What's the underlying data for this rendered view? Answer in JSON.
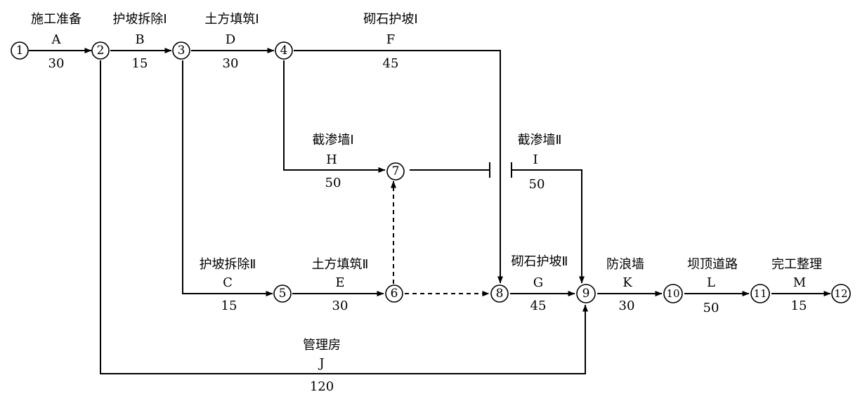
{
  "nodes": [
    "1",
    "2",
    "3",
    "4",
    "5",
    "6",
    "7",
    "8",
    "9",
    "10",
    "11",
    "12"
  ],
  "activities": [
    {
      "id": "A",
      "name": "施工准备",
      "code": "A",
      "duration": "30"
    },
    {
      "id": "B",
      "name": "护坡拆除Ⅰ",
      "code": "B",
      "duration": "15"
    },
    {
      "id": "D",
      "name": "土方填筑Ⅰ",
      "code": "D",
      "duration": "30"
    },
    {
      "id": "F",
      "name": "砌石护坡Ⅰ",
      "code": "F",
      "duration": "45"
    },
    {
      "id": "H",
      "name": "截渗墙Ⅰ",
      "code": "H",
      "duration": "50"
    },
    {
      "id": "I",
      "name": "截渗墙Ⅱ",
      "code": "I",
      "duration": "50"
    },
    {
      "id": "C",
      "name": "护坡拆除Ⅱ",
      "code": "C",
      "duration": "15"
    },
    {
      "id": "E",
      "name": "土方填筑Ⅱ",
      "code": "E",
      "duration": "30"
    },
    {
      "id": "G",
      "name": "砌石护坡Ⅱ",
      "code": "G",
      "duration": "45"
    },
    {
      "id": "K",
      "name": "防浪墙",
      "code": "K",
      "duration": "30"
    },
    {
      "id": "L",
      "name": "坝顶道路",
      "code": "L",
      "duration": "50"
    },
    {
      "id": "M",
      "name": "完工整理",
      "code": "M",
      "duration": "15"
    },
    {
      "id": "J",
      "name": "管理房",
      "code": "J",
      "duration": "120"
    }
  ]
}
